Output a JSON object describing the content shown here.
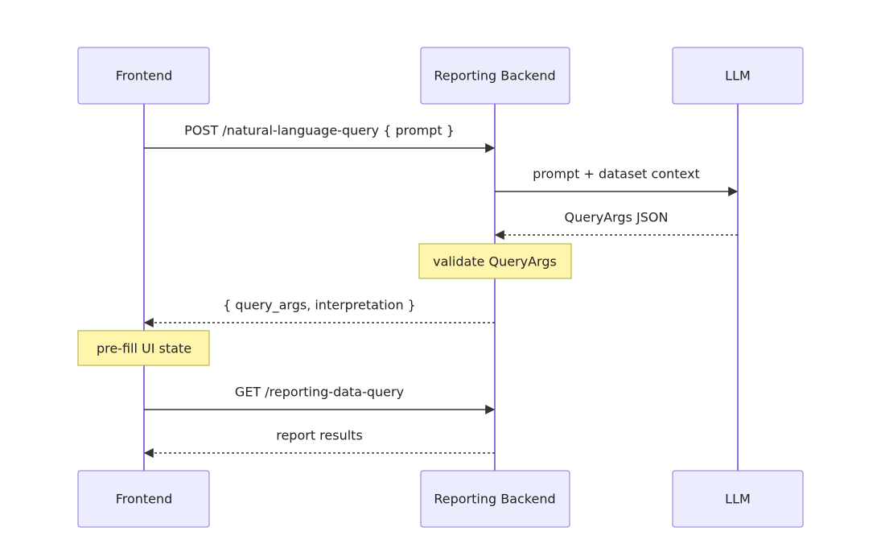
{
  "participants": [
    {
      "id": "frontend",
      "label": "Frontend"
    },
    {
      "id": "backend",
      "label": "Reporting Backend"
    },
    {
      "id": "llm",
      "label": "LLM"
    }
  ],
  "messages": [
    {
      "from": "frontend",
      "to": "backend",
      "text": "POST /natural-language-query { prompt }",
      "style": "solid"
    },
    {
      "from": "backend",
      "to": "llm",
      "text": "prompt + dataset context",
      "style": "solid"
    },
    {
      "from": "llm",
      "to": "backend",
      "text": "QueryArgs JSON",
      "style": "dashed"
    },
    {
      "note_over": "backend",
      "text": "validate QueryArgs"
    },
    {
      "from": "backend",
      "to": "frontend",
      "text": "{ query_args, interpretation }",
      "style": "dashed"
    },
    {
      "note_over": "frontend",
      "text": "pre-fill UI state"
    },
    {
      "from": "frontend",
      "to": "backend",
      "text": "GET /reporting-data-query",
      "style": "solid"
    },
    {
      "from": "backend",
      "to": "frontend",
      "text": "report results",
      "style": "dashed"
    }
  ],
  "colors": {
    "actor_fill": "#ECECFF",
    "actor_border": "#9370DB",
    "lifeline": "#9370DB",
    "arrow": "#333333",
    "note_fill": "#FFF5AD",
    "note_border": "#AAAA33",
    "text": "#222222"
  }
}
